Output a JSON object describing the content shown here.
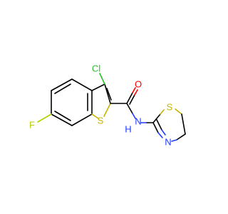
{
  "molecule": {
    "atoms": {
      "chlorine": "Cl",
      "oxygen": "O",
      "fluorine": "F",
      "ring_sulfur": "S",
      "amide_nitrogen": "N",
      "amide_hydrogen": "H",
      "thiazoline_sulfur": "S",
      "thiazoline_nitrogen": "N"
    },
    "colors": {
      "carbon_bond": "#000000",
      "sulfur": "#c8b400",
      "nitrogen": "#1f3cff",
      "oxygen": "#ff0000",
      "chlorine": "#2bbf2b",
      "fluorine": "#b6d000"
    }
  }
}
